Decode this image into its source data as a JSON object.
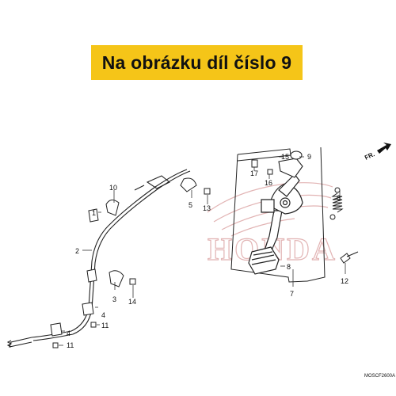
{
  "banner": {
    "text": "Na obrázku díl číslo 9",
    "background": "#f5c518"
  },
  "watermark": {
    "text": "HONDA",
    "color": "#e2b4b4"
  },
  "direction_label": "FR.",
  "diagram_code": "MOSCF2600A",
  "callouts": {
    "c1": "1",
    "c2": "2",
    "c3": "3",
    "c4a": "4",
    "c4b": "4",
    "c5": "5",
    "c6": "6",
    "c7": "7",
    "c8": "8",
    "c9": "9",
    "c10": "10",
    "c11a": "11",
    "c11b": "11",
    "c12": "12",
    "c13": "13",
    "c14": "14",
    "c15": "15",
    "c16": "16",
    "c17": "17"
  }
}
